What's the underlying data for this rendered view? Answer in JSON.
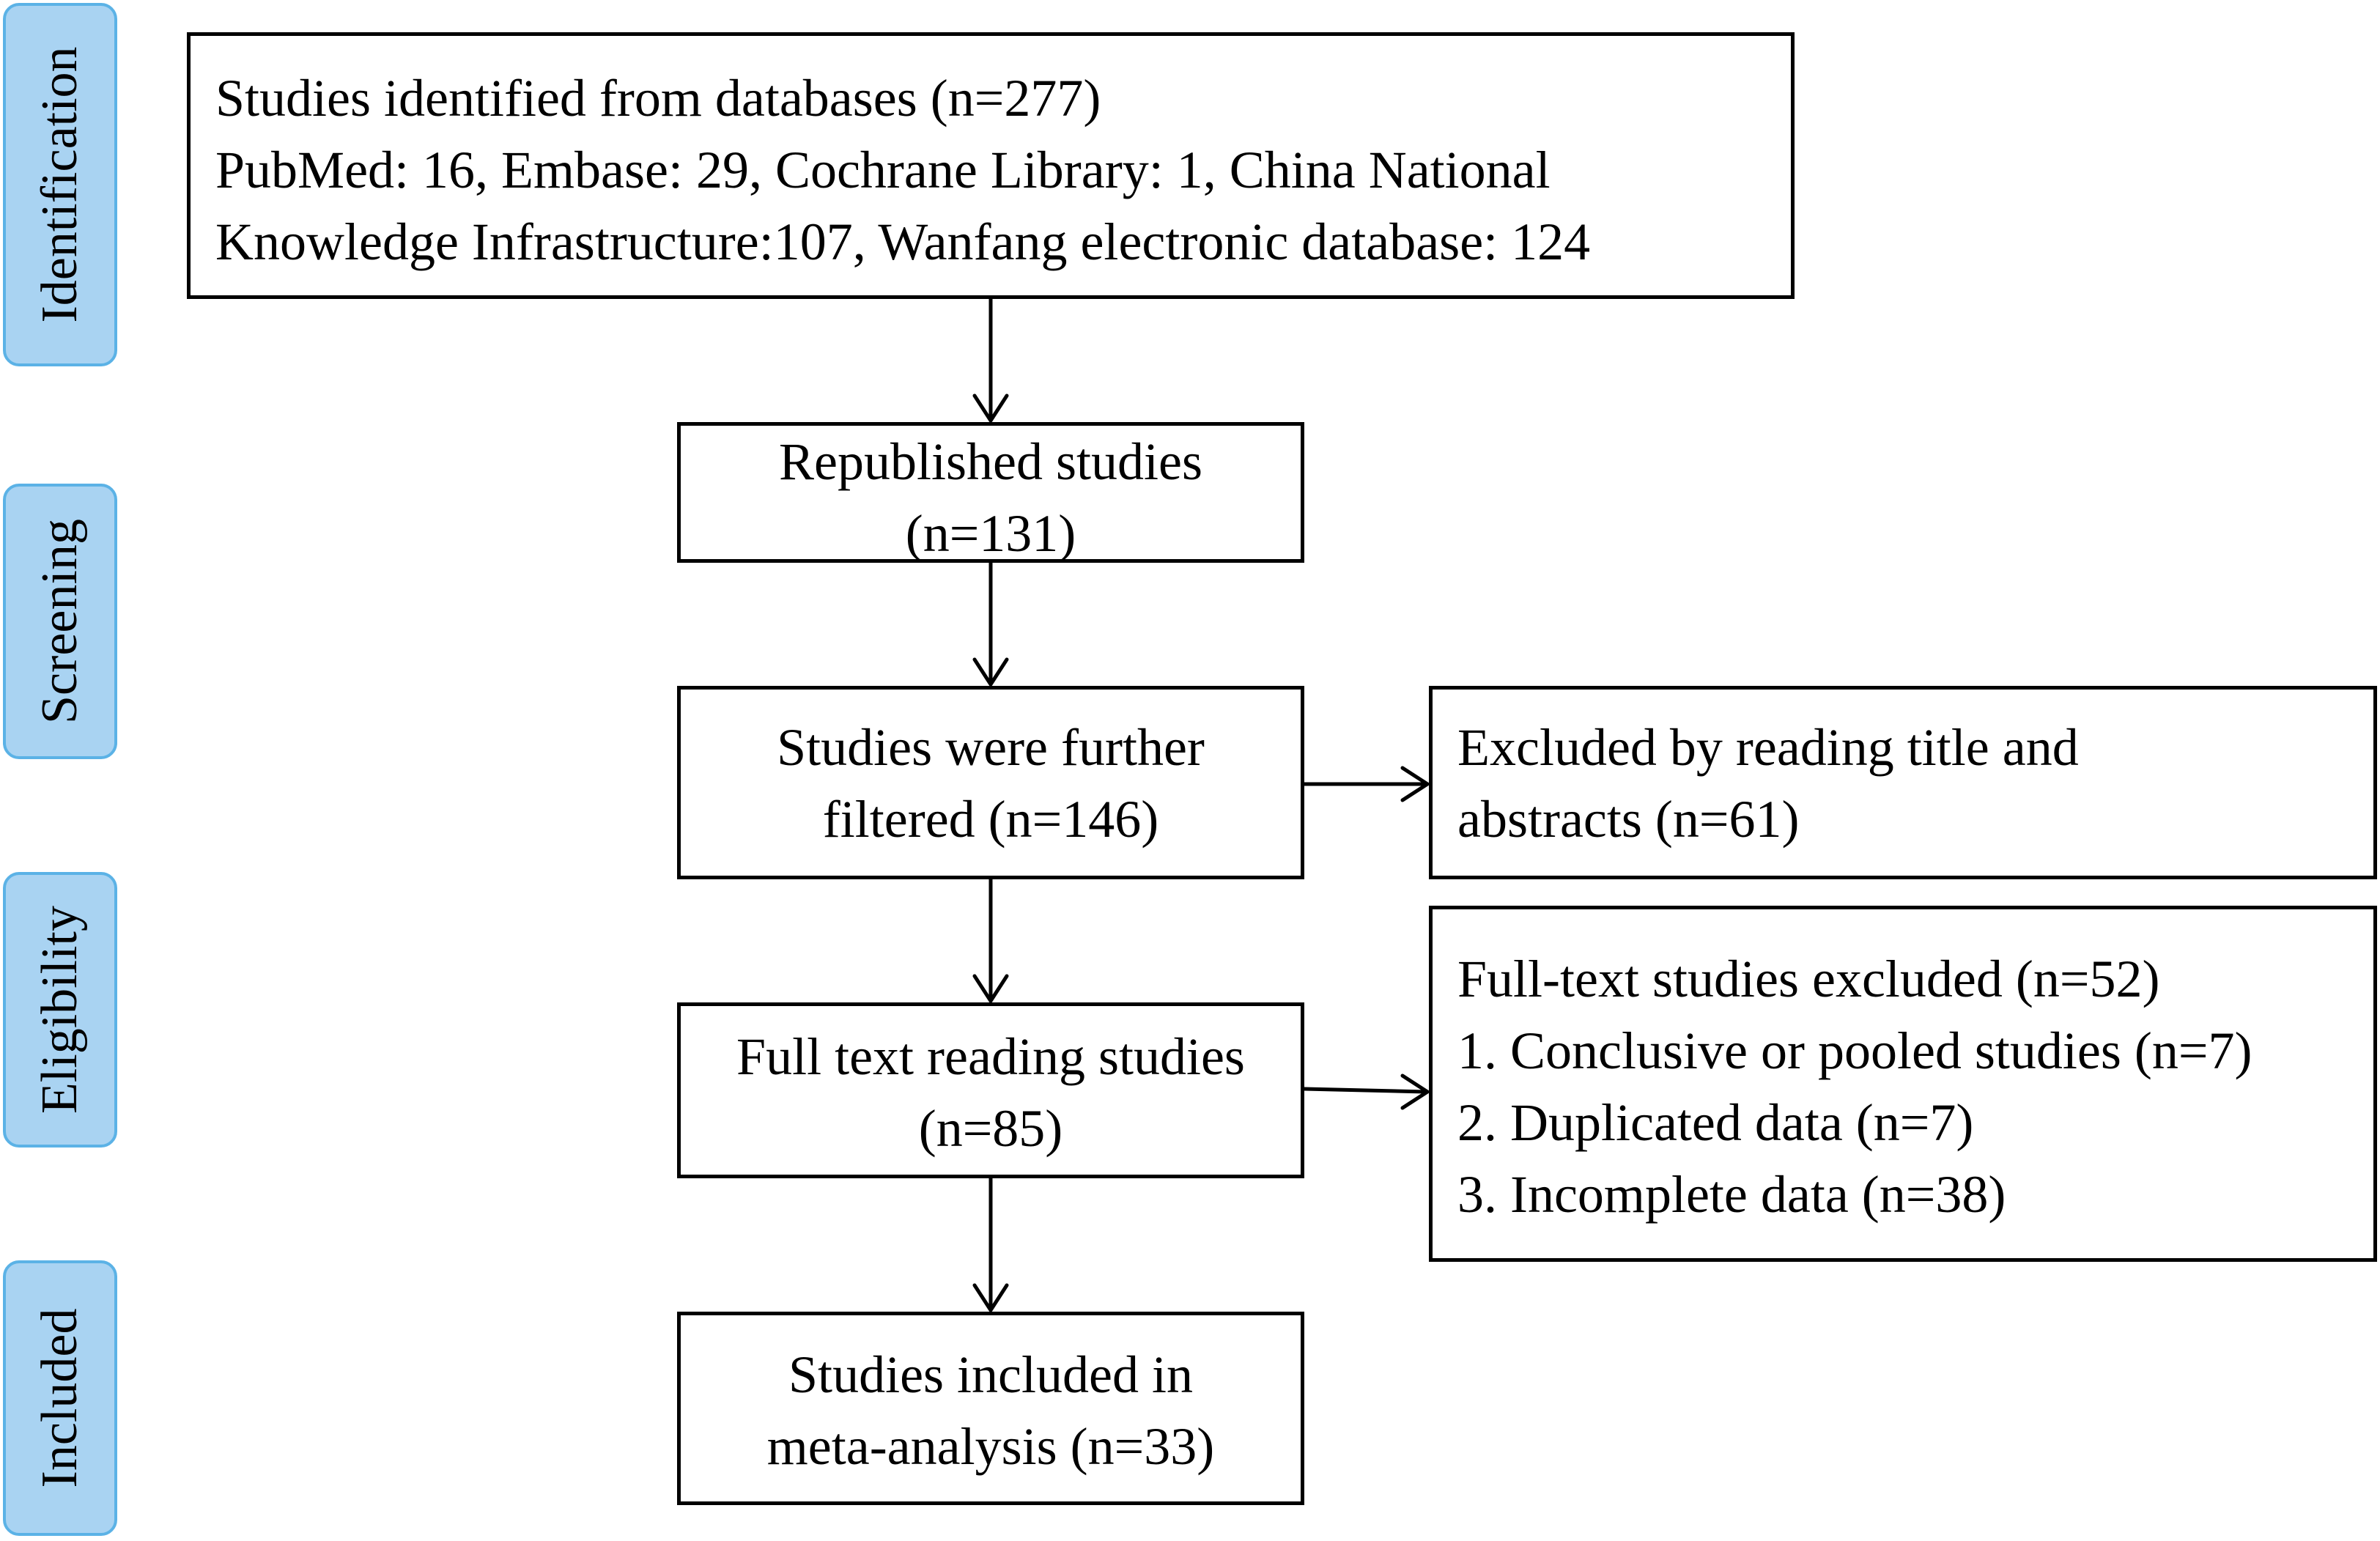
{
  "stages": {
    "identification": "Identification",
    "screening": "Screening",
    "eligibility": "Eligibility",
    "included": "Included"
  },
  "boxes": {
    "identified": {
      "lines": [
        "Studies identified from databases (n=277)",
        "PubMed: 16, Embase: 29, Cochrane Library: 1, China National",
        "Knowledge Infrastructure:107, Wanfang electronic database: 124"
      ]
    },
    "republished": {
      "lines": [
        "Republished studies",
        "(n=131)"
      ]
    },
    "filtered": {
      "lines": [
        "Studies were further",
        "filtered (n=146)"
      ]
    },
    "excluded_title": {
      "lines": [
        "Excluded by reading title and",
        "abstracts (n=61)"
      ]
    },
    "full_text": {
      "lines": [
        "Full text reading studies",
        "(n=85)"
      ]
    },
    "fulltext_excluded": {
      "lines": [
        "Full-text studies excluded (n=52)",
        "1. Conclusive or pooled studies (n=7)",
        "2. Duplicated data (n=7)",
        "3. Incomplete data (n=38)"
      ]
    },
    "included": {
      "lines": [
        "Studies included in",
        "meta-analysis (n=33)"
      ]
    }
  }
}
